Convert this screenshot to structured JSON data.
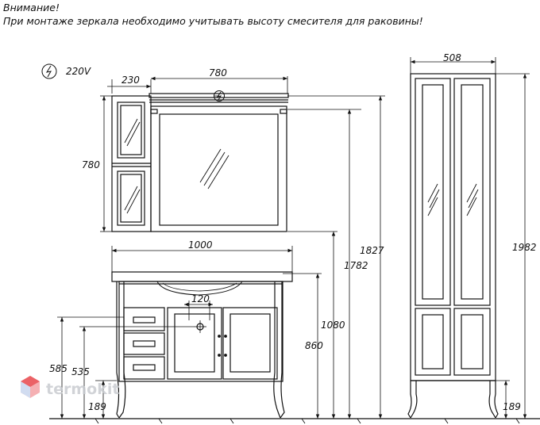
{
  "notes": {
    "line1": "Внимание!",
    "line2": "При монтаже зеркала необходимо учитывать высоту смесителя для раковины!"
  },
  "power": {
    "voltage": "220V",
    "icon": "power-outlet-icon"
  },
  "dims": {
    "mirror_cabinet_width": "230",
    "mirror_width": "780",
    "mirror_height": "780",
    "vanity_width": "1000",
    "faucet_spacing": "120",
    "vanity_height": "860",
    "mirror_bottom_height": "1080",
    "mirror_top_height": "1782",
    "lamp_top_height": "1827",
    "drain_height_1": "585",
    "drain_height_2": "535",
    "leg_height_left": "189",
    "column_width": "508",
    "column_height": "1982",
    "leg_height_right": "189"
  },
  "watermark": {
    "text": "termokit",
    "color": "#c9ccd1",
    "accent": "#e8474c"
  }
}
